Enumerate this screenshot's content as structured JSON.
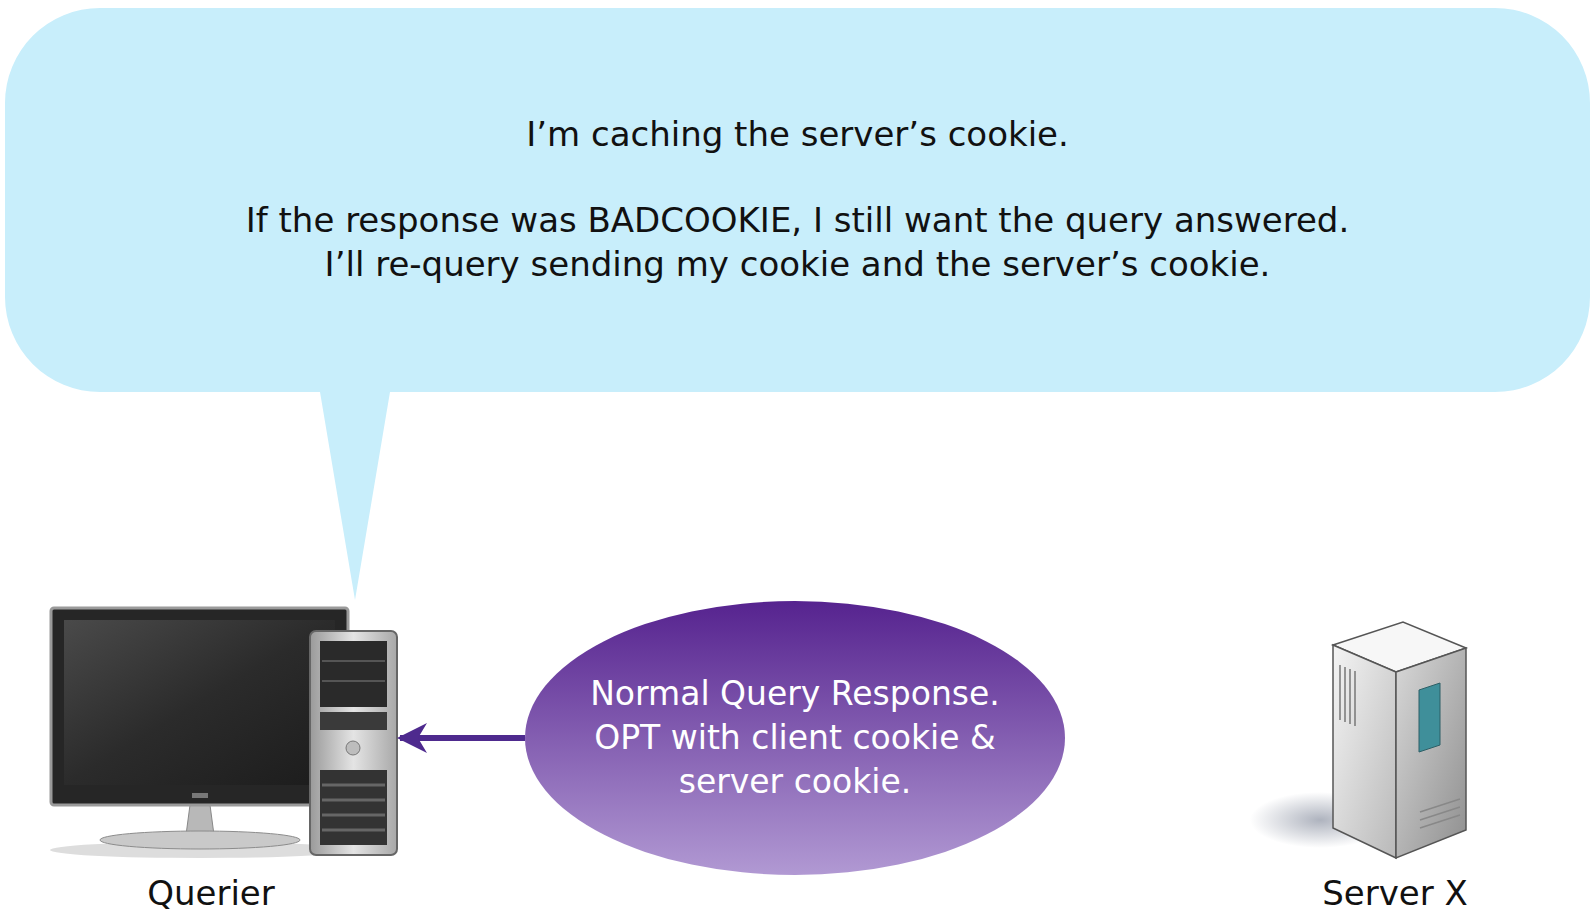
{
  "diagram": {
    "nodes": [
      {
        "text": [
          "I’m caching the server’s cookie.",
          "If the response was BADCOOKIE, I still want the query answered. I’ll re-query sending my cookie and the server’s cookie."
        ]
      },
      {
        "text": [
          "Querier"
        ]
      },
      {
        "text": [
          "Normal Query Response. OPT with client cookie & server cookie."
        ]
      },
      {
        "text": [
          "Server X"
        ]
      }
    ],
    "edges": [
      {
        "from": 2,
        "to": 1,
        "arrow": "to"
      }
    ]
  }
}
